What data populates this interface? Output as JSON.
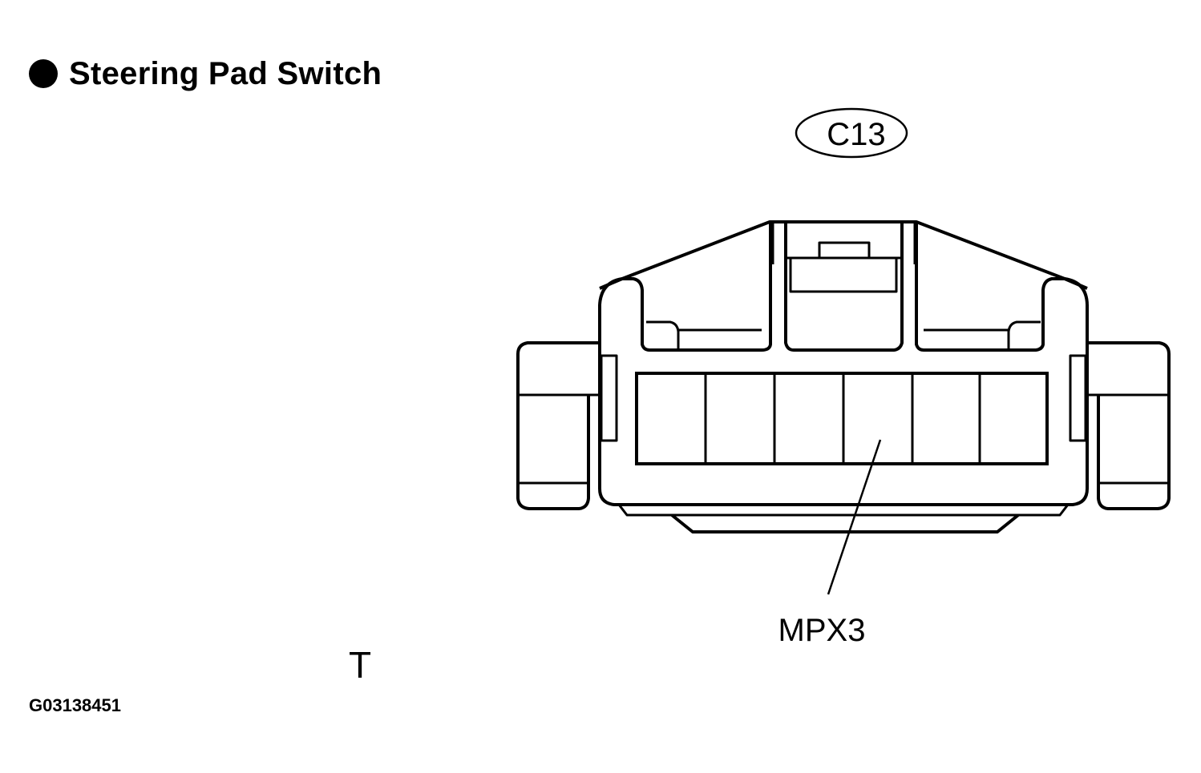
{
  "header": {
    "bullet_icon": "filled-circle-bullet-icon",
    "title": "Steering Pad Switch"
  },
  "connector": {
    "code": "C13",
    "terminal_count": 6,
    "terminal_label": "MPX3"
  },
  "footer": {
    "t_mark": "T",
    "ref_code": "G03138451"
  }
}
